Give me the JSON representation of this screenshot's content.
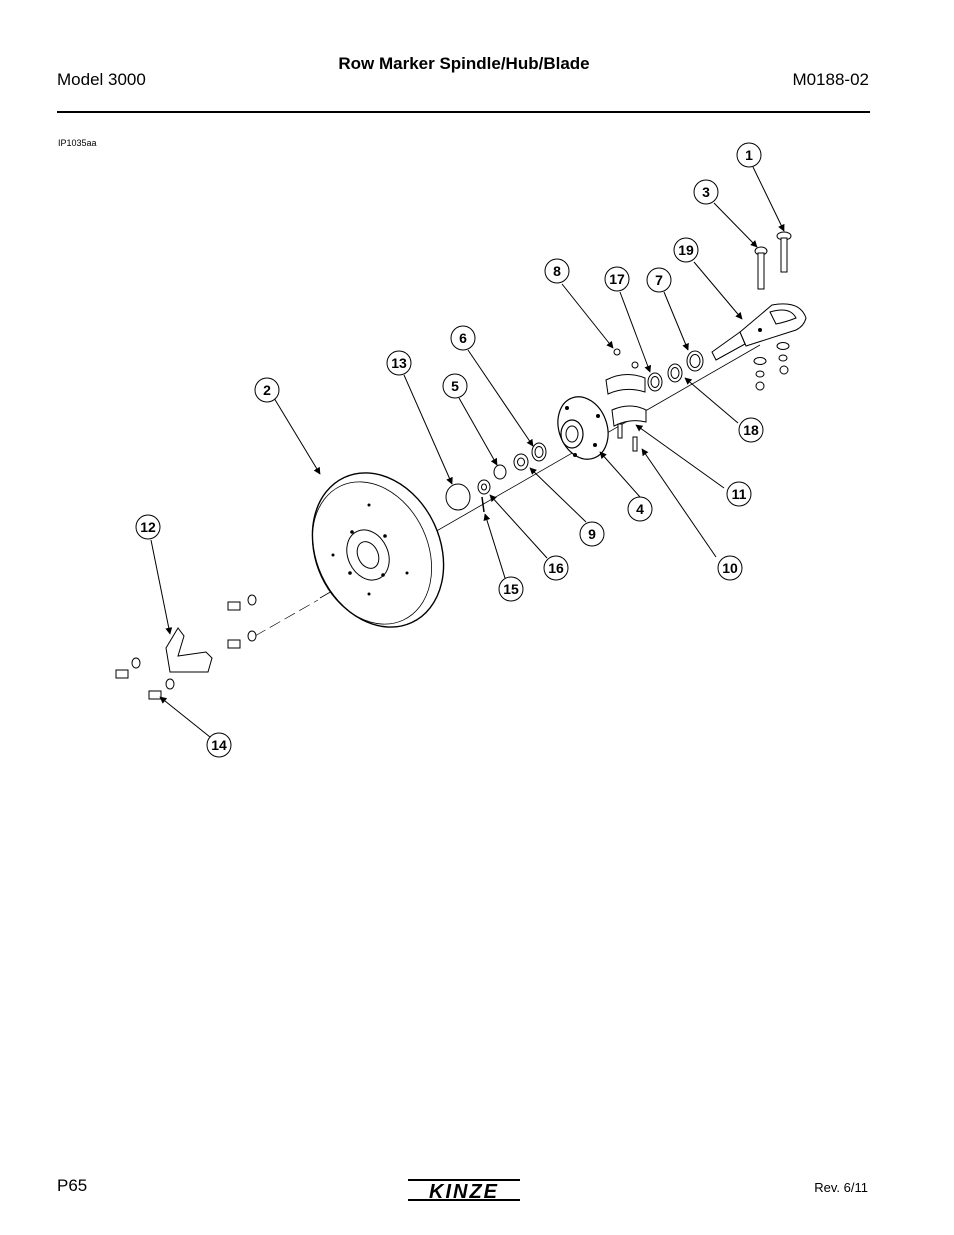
{
  "header": {
    "model": "Model 3000",
    "title": "Row Marker Spindle/Hub/Blade",
    "manual_number": "M0188-02"
  },
  "figure": {
    "id": "IP1035aa",
    "callouts": [
      {
        "number": "1"
      },
      {
        "number": "2"
      },
      {
        "number": "3"
      },
      {
        "number": "4"
      },
      {
        "number": "5"
      },
      {
        "number": "6"
      },
      {
        "number": "7"
      },
      {
        "number": "8"
      },
      {
        "number": "9"
      },
      {
        "number": "10"
      },
      {
        "number": "11"
      },
      {
        "number": "12"
      },
      {
        "number": "13"
      },
      {
        "number": "14"
      },
      {
        "number": "15"
      },
      {
        "number": "16"
      },
      {
        "number": "17"
      },
      {
        "number": "18"
      },
      {
        "number": "19"
      }
    ]
  },
  "footer": {
    "page": "P65",
    "brand": "KINZE",
    "revision": "Rev. 6/11"
  }
}
